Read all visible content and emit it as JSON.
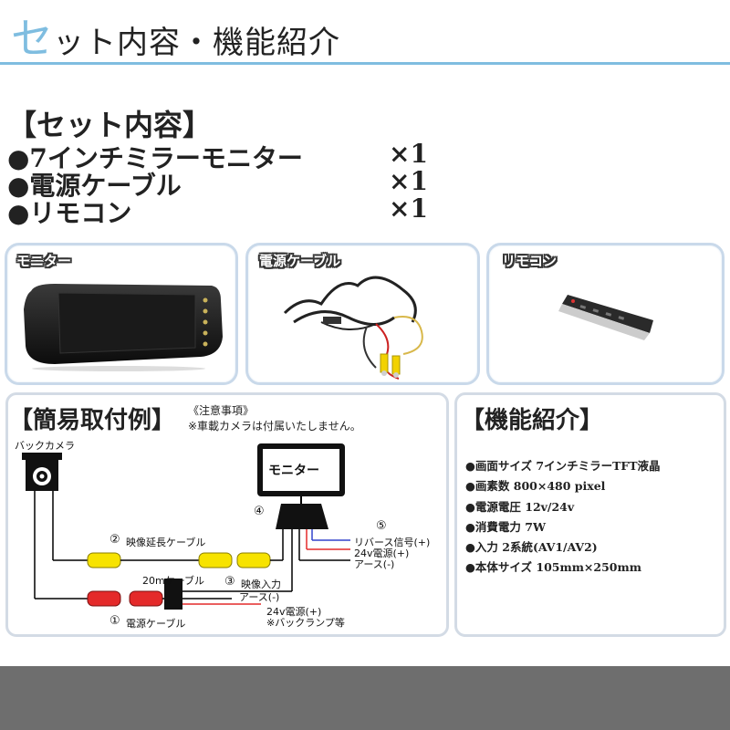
{
  "header": {
    "title_first": "セ",
    "title_rest": "ット内容・機能紹介"
  },
  "set_contents": {
    "heading": "【セット内容】",
    "items": [
      {
        "label": "●7インチミラーモニター",
        "qty": "×1"
      },
      {
        "label": "●電源ケーブル",
        "qty": "×1"
      },
      {
        "label": "●リモコン",
        "qty": "×1"
      }
    ]
  },
  "cards": [
    {
      "label": "モニター"
    },
    {
      "label": "電源ケーブル"
    },
    {
      "label": "リモコン"
    }
  ],
  "install": {
    "title": "【簡易取付例】",
    "note1": "《注意事項》",
    "note2": "※車載カメラは付属いたしません。",
    "labels": {
      "back_camera": "バックカメラ",
      "monitor": "モニター",
      "n1": "①",
      "n2": "②",
      "n3": "③",
      "n4": "④",
      "n5": "⑤",
      "video_ext": "映像延長ケーブル",
      "cable_20m": "20mケーブル",
      "video_in": "映像入力",
      "earth1": "アース(-)",
      "power24_1": "24v電源(+)",
      "backlamp": "※バックランプ等",
      "power_cable": "電源ケーブル",
      "reverse": "リバース信号(+)",
      "power24_2": "24v電源(+)",
      "earth2": "アース(-)"
    }
  },
  "features": {
    "title": "【機能紹介】",
    "items": [
      "●画面サイズ 7インチミラーTFT液晶",
      "●画素数 800×480 pixel",
      "●電源電圧 12v/24v",
      "●消費電力 7W",
      "●入力 2系統(AV1/AV2)",
      "●本体サイズ 105mm×250mm"
    ]
  }
}
